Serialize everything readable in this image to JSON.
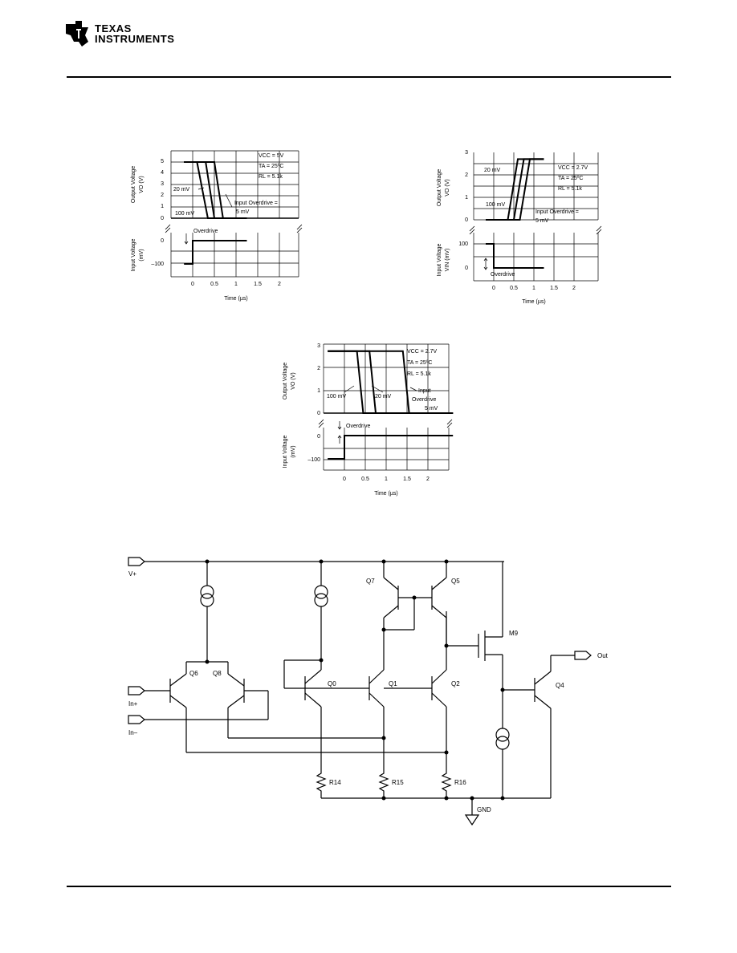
{
  "header": {
    "company_line1": "TEXAS",
    "company_line2": "INSTRUMENTS"
  },
  "chart_data": [
    {
      "type": "line",
      "panel": "top-left",
      "output_ylabel": "Output Voltage",
      "output_ylabel2": "VO (V)",
      "input_ylabel": "Input Voltage",
      "input_ylabel2": "(mV)",
      "xlabel": "Time (µs)",
      "x_ticks": [
        "0",
        "0.5",
        "1",
        "1.5",
        "2"
      ],
      "output_y_ticks": [
        "5",
        "4",
        "3",
        "2",
        "1",
        "0"
      ],
      "input_y_ticks": [
        "0",
        "–100"
      ],
      "conditions": [
        "VCC = 5V",
        "TA = 25ºC",
        "RL = 5.1k"
      ],
      "annotations": {
        "label_20mv": "20 mV",
        "label_100mv": "100 mV",
        "label_5mv": "5 mV",
        "overdrive_text": "Input Overdrive =",
        "overdrive_marker": "Overdrive"
      },
      "series": [
        {
          "name": "100 mV",
          "x": [
            -0.2,
            0.1,
            0.35,
            1.25
          ],
          "y": [
            5,
            5,
            0,
            0
          ]
        },
        {
          "name": "20 mV",
          "x": [
            -0.2,
            0.3,
            0.5,
            1.25
          ],
          "y": [
            5,
            5,
            0,
            0
          ]
        },
        {
          "name": "5 mV",
          "x": [
            -0.2,
            0.5,
            0.7,
            1.25
          ],
          "y": [
            5,
            5,
            0,
            0
          ]
        }
      ],
      "input": {
        "x": [
          -0.2,
          0,
          0,
          1.25
        ],
        "y": [
          -100,
          -100,
          0,
          0
        ]
      }
    },
    {
      "type": "line",
      "panel": "top-right",
      "output_ylabel": "Output Voltage",
      "output_ylabel2": "VO (V)",
      "input_ylabel": "Input Voltage",
      "input_ylabel2": "VIN (mV)",
      "xlabel": "Time (µs)",
      "x_ticks": [
        "0",
        "0.5",
        "1",
        "1.5",
        "2"
      ],
      "output_y_ticks": [
        "3",
        "2",
        "1",
        "0"
      ],
      "input_y_ticks": [
        "100",
        "0"
      ],
      "conditions": [
        "VCC = 2.7V",
        "TA = 25ºC",
        "RL = 5.1k"
      ],
      "annotations": {
        "label_20mv": "20 mV",
        "label_100mv": "100 mV",
        "label_5mv": "5 mV",
        "overdrive_text": "Input Overdrive =",
        "overdrive_marker": "Overdrive"
      },
      "series": [
        {
          "name": "100 mV",
          "x": [
            -0.2,
            0.35,
            0.6,
            1.25
          ],
          "y": [
            0,
            0,
            2.7,
            2.7
          ]
        },
        {
          "name": "20 mV",
          "x": [
            -0.2,
            0.5,
            0.75,
            1.25
          ],
          "y": [
            0,
            0,
            2.7,
            2.7
          ]
        },
        {
          "name": "5 mV",
          "x": [
            -0.2,
            0.65,
            0.9,
            1.25
          ],
          "y": [
            0,
            0,
            2.7,
            2.7
          ]
        }
      ],
      "input": {
        "x": [
          -0.2,
          0,
          0,
          1.25
        ],
        "y": [
          100,
          100,
          0,
          0
        ]
      }
    },
    {
      "type": "line",
      "panel": "middle",
      "output_ylabel": "Output Voltage",
      "output_ylabel2": "VO (V)",
      "input_ylabel": "Input Voltage",
      "input_ylabel2": "(mV)",
      "xlabel": "Time (µs)",
      "x_ticks": [
        "0",
        "0.5",
        "1",
        "1.5",
        "2"
      ],
      "output_y_ticks": [
        "3",
        "2",
        "1",
        "0"
      ],
      "input_y_ticks": [
        "0",
        "–100"
      ],
      "conditions": [
        "VCC = 2.7V",
        "TA = 25ºC",
        "RL = 5.1k"
      ],
      "annotations": {
        "label_20mv": "20 mV",
        "label_100mv": "100 mV",
        "label_5mv": "5 mV",
        "overdrive_text": "Input",
        "overdrive_text2": "Overdrive",
        "overdrive_marker": "Overdrive"
      },
      "series": [
        {
          "name": "100 mV",
          "x": [
            -0.4,
            0.3,
            0.45,
            2.6
          ],
          "y": [
            2.7,
            2.7,
            0,
            0
          ]
        },
        {
          "name": "20 mV",
          "x": [
            -0.4,
            0.6,
            0.75,
            2.6
          ],
          "y": [
            2.7,
            2.7,
            0,
            0
          ]
        },
        {
          "name": "5 mV",
          "x": [
            -0.4,
            1.4,
            1.55,
            2.6
          ],
          "y": [
            2.7,
            2.7,
            0,
            0
          ]
        }
      ],
      "input": {
        "x": [
          -0.4,
          0,
          0,
          2.6
        ],
        "y": [
          -100,
          -100,
          0,
          0
        ]
      }
    }
  ],
  "schematic": {
    "pins": {
      "vplus": "V+",
      "inplus": "In+",
      "inminus": "In–",
      "out": "Out",
      "gnd": "GND"
    },
    "transistors": {
      "q6": "Q6",
      "q8": "Q8",
      "q0": "Q0",
      "q1": "Q1",
      "q2": "Q2",
      "q7": "Q7",
      "q5": "Q5",
      "m9": "M9",
      "q4": "Q4"
    },
    "resistors": {
      "r14": "R14",
      "r15": "R15",
      "r16": "R16"
    }
  }
}
